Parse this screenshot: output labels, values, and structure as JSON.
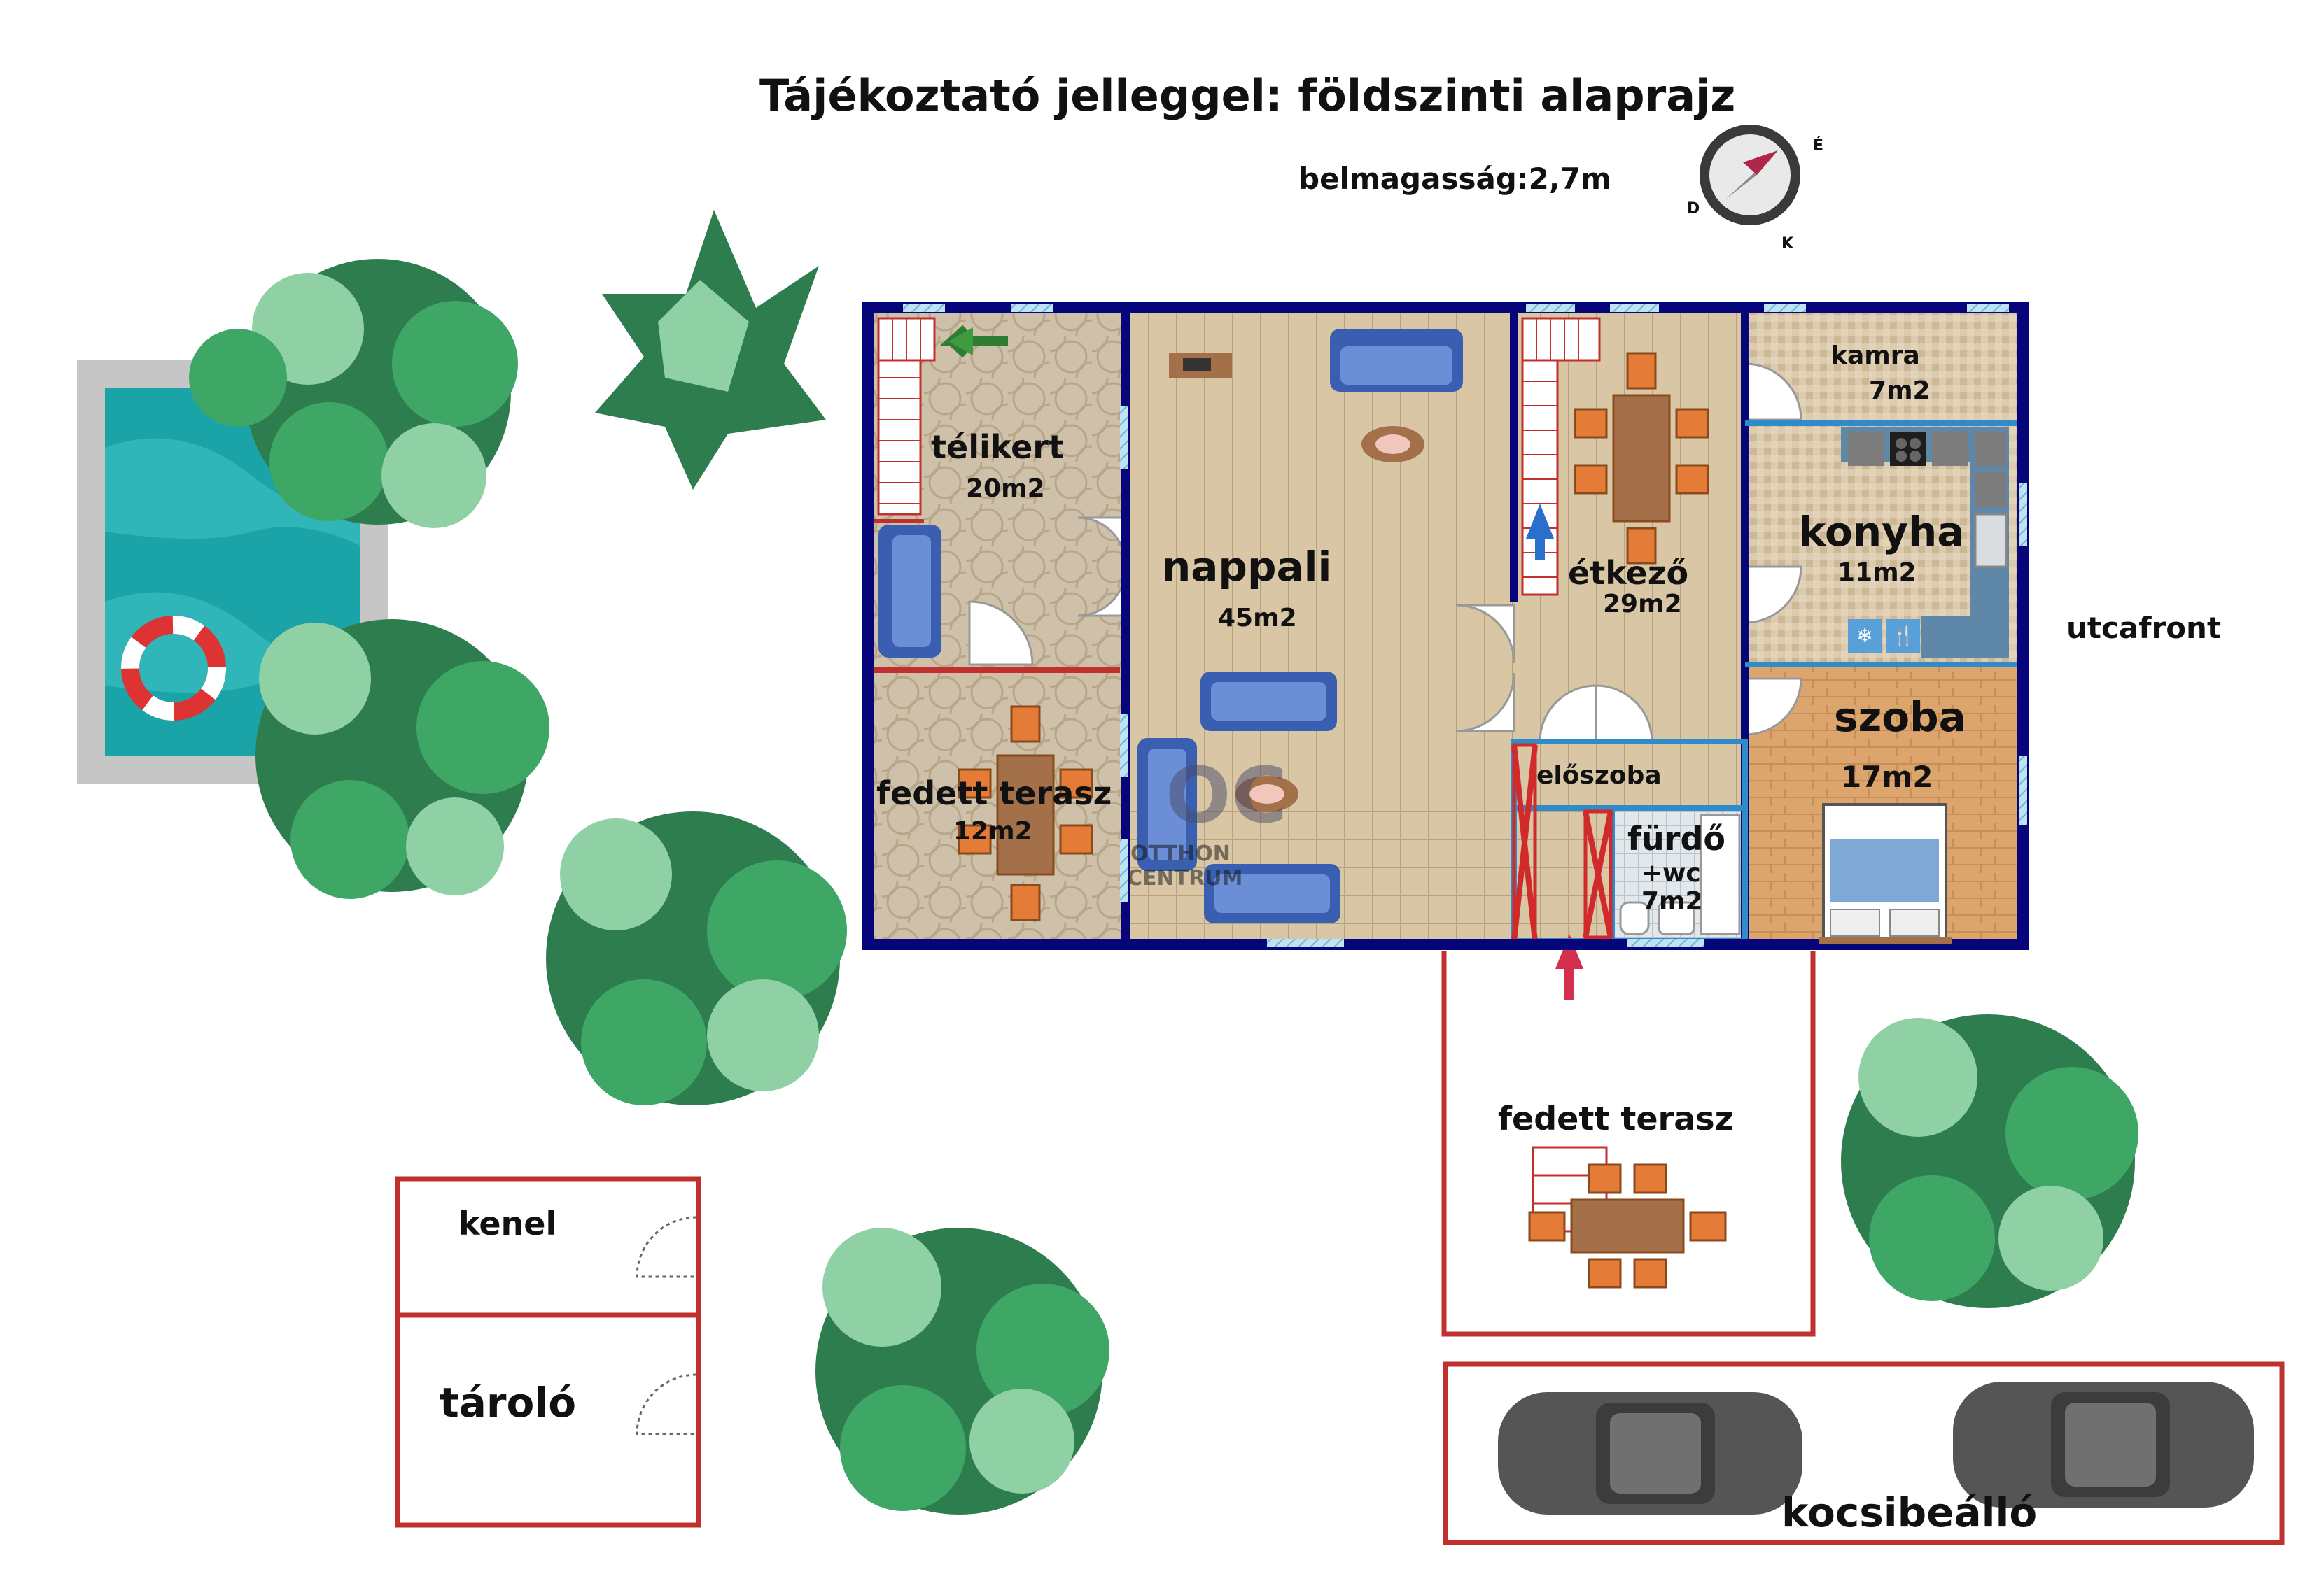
{
  "title": "Tájékoztató jelleggel: földszinti alaprajz",
  "ceiling": "belmagasság:2,7m",
  "street": "utcafront",
  "compass": {
    "d": "D",
    "k": "K",
    "e": "É"
  },
  "watermark": {
    "line1": "OTTHON",
    "line2": "CENTRUM"
  },
  "rooms": {
    "telikert": {
      "name": "télikert",
      "area": "20m2"
    },
    "nappali": {
      "name": "nappali",
      "area": "45m2"
    },
    "etkezo": {
      "name": "étkező",
      "area": "29m2"
    },
    "kamra": {
      "name": "kamra",
      "area": "7m2"
    },
    "konyha": {
      "name": "konyha",
      "area": "11m2"
    },
    "szoba": {
      "name": "szoba",
      "area": "17m2"
    },
    "fedett_terasz_1": {
      "name": "fedett terasz",
      "area": "12m2"
    },
    "eloszoba": {
      "name": "előszoba"
    },
    "furdo": {
      "name": "fürdő",
      "extra": "+wc",
      "area": "7m2"
    },
    "fedett_terasz_2": {
      "name": "fedett terasz"
    },
    "kenel": {
      "name": "kenel"
    },
    "tarolo": {
      "name": "tároló"
    },
    "kocsibeallo": {
      "name": "kocsibeálló"
    }
  },
  "colors": {
    "wall": "#06067a",
    "outline_red": "#c0302e",
    "tile_warm": "#d7c4a3",
    "tile_stone": "#c9bba4",
    "wood_floor": "#dba66f",
    "pool_water": "#1aa4a8",
    "tree_dark": "#2e7d4f",
    "tree_mid": "#3fa766",
    "tree_light": "#8fd0a5",
    "sofa_blue": "#3a5fb0",
    "chair_orange": "#e47b36",
    "table_brown": "#a37049",
    "car_grey": "#5a5a5a"
  }
}
